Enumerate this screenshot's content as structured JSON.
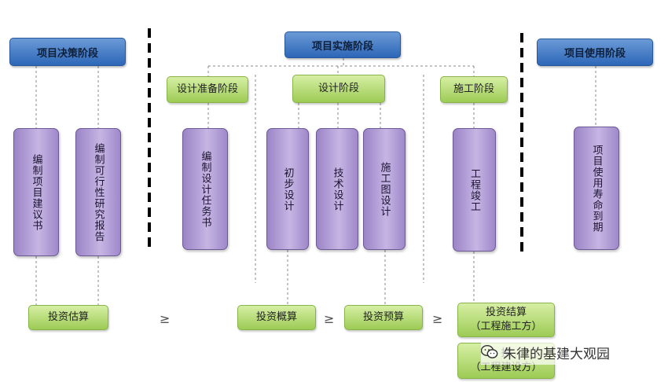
{
  "phases": {
    "decision": "项目决策阶段",
    "implementation": "项目实施阶段",
    "usage": "项目使用阶段"
  },
  "subphases": {
    "design_prep": "设计准备阶段",
    "design": "设计阶段",
    "construction": "施工阶段"
  },
  "activities": {
    "proposal": "编制项目建议书",
    "feasibility": "编制可行性研究报告",
    "design_brief": "编制设计任务书",
    "preliminary": "初步设计",
    "technical": "技术设计",
    "construction_drawing": "施工图设计",
    "completion": "工程竣工",
    "usage_expiry": "项目使用寿命到期"
  },
  "costs": {
    "estimate": "投资估算",
    "budget_estimate": "投资概算",
    "budget": "投资预算",
    "settlement": "投资结算",
    "settlement_note": "（工程施工方）",
    "final_partial": "投",
    "final_note": "（工程建设方）"
  },
  "relations": {
    "ge1": "≥",
    "ge2": "≥",
    "ge3": "≥"
  },
  "watermark": {
    "text": "朱律的基建大观园",
    "icon": "wechat-icon"
  }
}
